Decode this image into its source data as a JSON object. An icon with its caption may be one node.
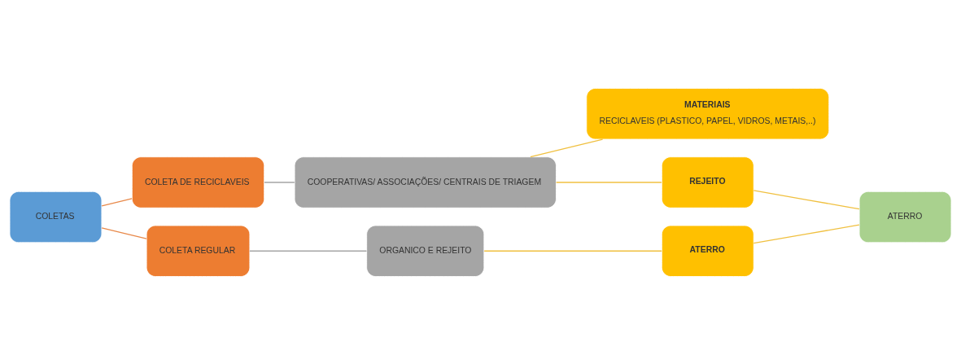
{
  "diagram": {
    "nodes": [
      {
        "text": [
          "COLETAS"
        ]
      },
      {
        "text": [
          "COLETA DE RECICLAVEIS"
        ]
      },
      {
        "text": [
          "COOPERATIVAS/ ASSOCIAÇÕES/ CENTRAIS DE TRIAGEM"
        ]
      },
      {
        "text": [
          "MATERIAIS",
          "RECICLAVEIS (PLASTICO, PAPEL, VIDROS, METAIS,..)"
        ]
      },
      {
        "text": [
          "REJEITO"
        ]
      },
      {
        "text": [
          "ATERRO"
        ]
      },
      {
        "text": [
          "COLETA REGULAR"
        ]
      },
      {
        "text": [
          "ORGANICO E REJEITO"
        ]
      },
      {
        "text": [
          "ATERRO"
        ]
      }
    ],
    "edges": [
      {
        "from": 0,
        "to": 1,
        "arrow": "none",
        "color": "#e8894a"
      },
      {
        "from": 0,
        "to": 6,
        "arrow": "none",
        "color": "#e8894a"
      },
      {
        "from": 1,
        "to": 2,
        "arrow": "none",
        "color": "#a5a5a5"
      },
      {
        "from": 2,
        "to": 3,
        "arrow": "none"
      },
      {
        "from": 2,
        "to": 4,
        "arrow": "none"
      },
      {
        "from": 4,
        "to": 5,
        "arrow": "none"
      },
      {
        "from": 6,
        "to": 7,
        "arrow": "none",
        "color": "#a5a5a5"
      },
      {
        "from": 7,
        "to": 8,
        "arrow": "none"
      },
      {
        "from": 8,
        "to": 5,
        "arrow": "none"
      }
    ]
  }
}
